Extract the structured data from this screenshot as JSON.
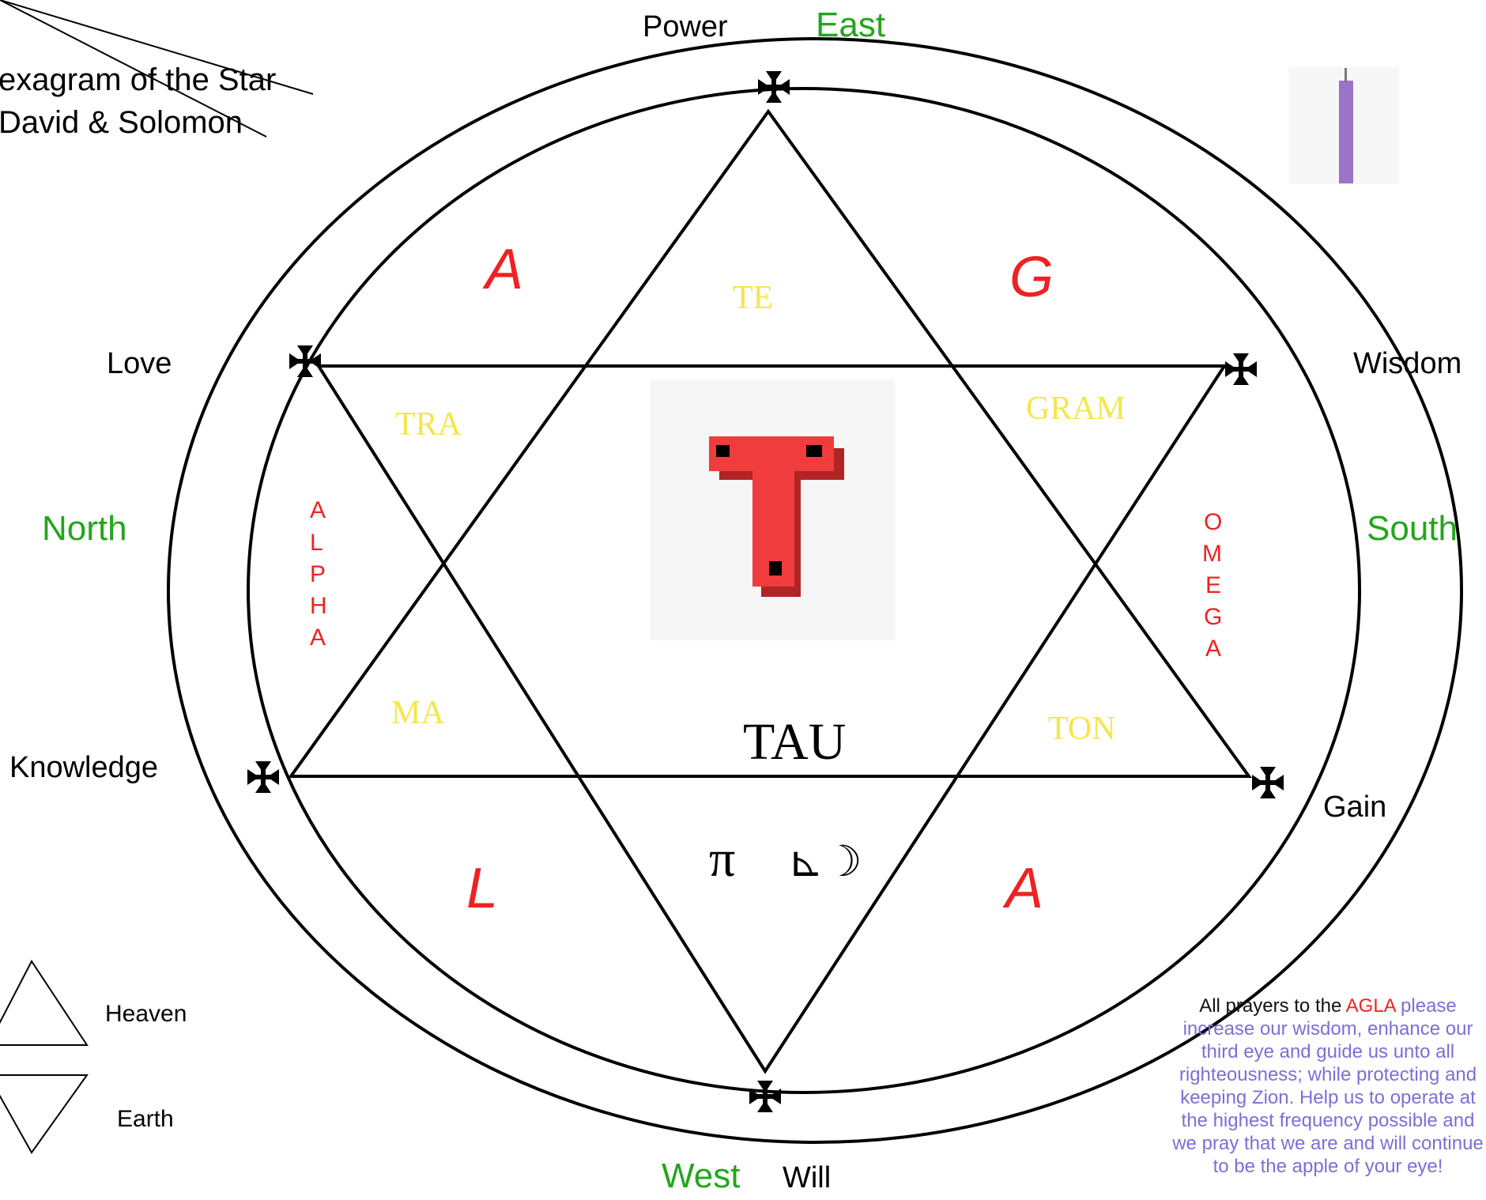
{
  "title": {
    "line1": "exagram of the Star",
    "line2": "David & Solomon"
  },
  "directions": {
    "east": "East",
    "west": "West",
    "north": "North",
    "south": "South"
  },
  "attributes": {
    "power": "Power",
    "will": "Will",
    "love": "Love",
    "wisdom": "Wisdom",
    "knowledge": "Knowledge",
    "gain": "Gain"
  },
  "agla_letters": {
    "top_left": "A",
    "top_right": "G",
    "bottom_left": "L",
    "bottom_right": "A"
  },
  "syllables": {
    "te": "TE",
    "tra": "TRA",
    "gram": "GRAM",
    "ma": "MA",
    "ton": "TON"
  },
  "alpha_letters": [
    "A",
    "L",
    "P",
    "H",
    "A"
  ],
  "omega_letters": [
    "O",
    "M",
    "E",
    "G",
    "A"
  ],
  "center_word": "TAU",
  "pi_symbol": "π",
  "angle_symbol": "⊾☽",
  "legend": {
    "heaven": "Heaven",
    "earth": "Earth"
  },
  "prayer": {
    "lead": "All prayers to the",
    "highlight": "AGLA",
    "body": "please increase our wisdom, enhance our third eye and guide us unto all righteousness; while protecting and keeping Zion.  Help us to operate at the highest frequency possible and we pray that we are and will continue to be the apple of your eye!"
  },
  "icons": {
    "cross": "cross-pattee-icon",
    "tau": "tau-block-icon",
    "candle": "purple-candle-icon"
  },
  "colors": {
    "direction": "#22a61c",
    "agla": "#ee2222",
    "syllable": "#f5e64a",
    "prayer": "#7b6fd8",
    "tau": "#f03c3c",
    "candle": "#9b74c8",
    "line": "#000000"
  }
}
